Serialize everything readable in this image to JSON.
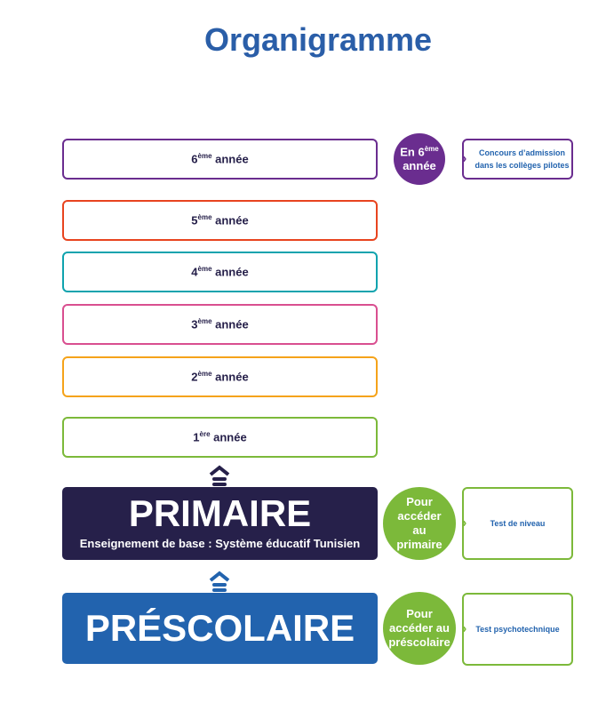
{
  "title": "Organigramme",
  "years": [
    {
      "num": "6",
      "sup": "ème",
      "label": "année",
      "color": "#6a2d8f"
    },
    {
      "num": "5",
      "sup": "ème",
      "label": "année",
      "color": "#e8441f"
    },
    {
      "num": "4",
      "sup": "ème",
      "label": "année",
      "color": "#0fa3ae"
    },
    {
      "num": "3",
      "sup": "ème",
      "label": "année",
      "color": "#d94f90"
    },
    {
      "num": "2",
      "sup": "ème",
      "label": "année",
      "color": "#f5a31a"
    },
    {
      "num": "1",
      "sup": "ère",
      "label": "année",
      "color": "#7cb93a"
    }
  ],
  "sixth": {
    "circle_line1": "En 6",
    "circle_sup": "ème",
    "circle_line2": "année",
    "box": "Concours d’admission dans les collèges pilotes"
  },
  "primaire": {
    "title": "PRIMAIRE",
    "subtitle": "Enseignement de base : Système éducatif Tunisien",
    "circle": "Pour accéder au primaire",
    "box": "Test de niveau"
  },
  "prescolaire": {
    "title": "PRÉSCOLAIRE",
    "circle": "Pour accéder au préscolaire",
    "box": "Test psychotechnique"
  },
  "colors": {
    "title": "#2a5ea8",
    "primaire": "#26204a",
    "prescolaire": "#2263ae",
    "green": "#7cb93a",
    "purple": "#6a2d8f"
  }
}
